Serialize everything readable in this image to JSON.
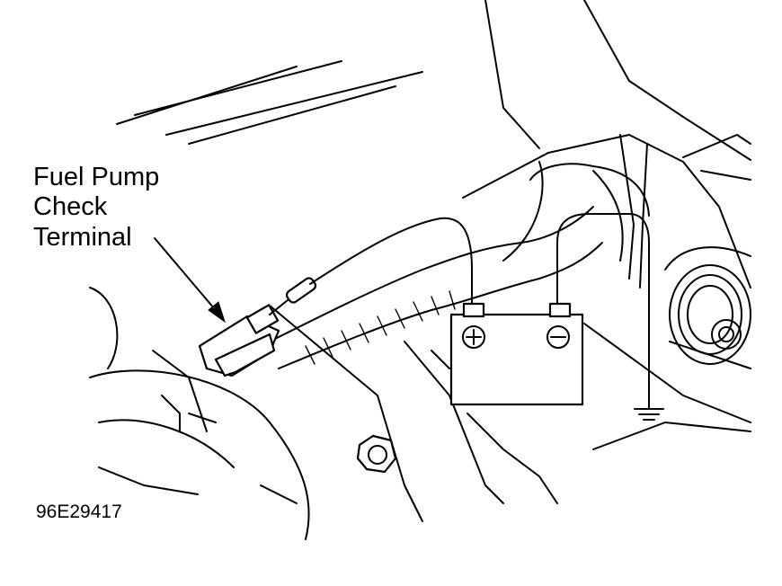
{
  "callout": {
    "line1": "Fuel Pump",
    "line2": "Check",
    "line3": "Terminal"
  },
  "figure_id": "96E29417",
  "icons": {
    "battery": "battery-icon",
    "ground": "ground-symbol-icon",
    "connector": "fuel-pump-check-connector-icon",
    "bolt": "hex-bolt-icon"
  }
}
